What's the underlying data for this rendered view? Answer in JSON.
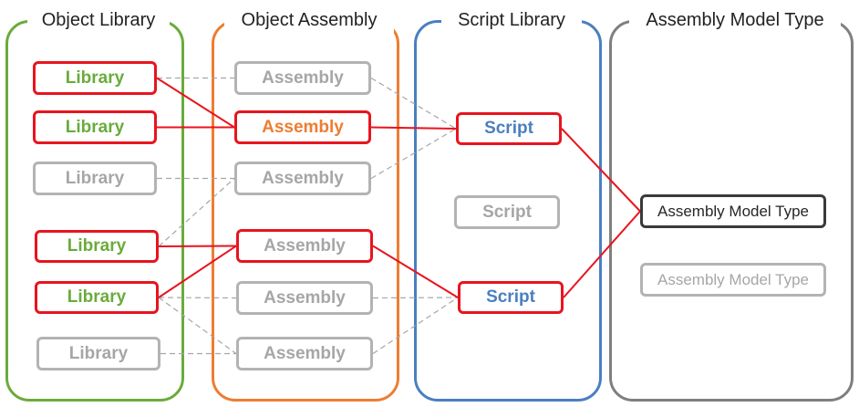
{
  "colors": {
    "library_accent": "#6aab3b",
    "assembly_accent": "#ee7d31",
    "script_accent": "#4a7fc1",
    "model_accent": "#7f7f7f",
    "active_border": "#e8141e",
    "inactive": "#a6a6a6",
    "model_active_text": "#262626",
    "model_active_border": "#3a3a3a"
  },
  "columns": {
    "object_library": {
      "title": "Object Library",
      "nodes": [
        {
          "label": "Library",
          "active": true
        },
        {
          "label": "Library",
          "active": true
        },
        {
          "label": "Library",
          "active": false
        },
        {
          "label": "Library",
          "active": true
        },
        {
          "label": "Library",
          "active": true
        },
        {
          "label": "Library",
          "active": false
        }
      ]
    },
    "object_assembly": {
      "title": "Object Assembly",
      "nodes": [
        {
          "label": "Assembly",
          "active": false
        },
        {
          "label": "Assembly",
          "active": true,
          "highlight": true
        },
        {
          "label": "Assembly",
          "active": false
        },
        {
          "label": "Assembly",
          "active": true,
          "highlight": false
        },
        {
          "label": "Assembly",
          "active": false
        },
        {
          "label": "Assembly",
          "active": false
        }
      ]
    },
    "script_library": {
      "title": "Script Library",
      "nodes": [
        {
          "label": "Script",
          "active": true
        },
        {
          "label": "Script",
          "active": false
        },
        {
          "label": "Script",
          "active": true
        }
      ]
    },
    "assembly_model_type": {
      "title": "Assembly Model Type",
      "nodes": [
        {
          "label": "Assembly Model Type",
          "active": true
        },
        {
          "label": "Assembly Model Type",
          "active": false
        }
      ]
    }
  }
}
